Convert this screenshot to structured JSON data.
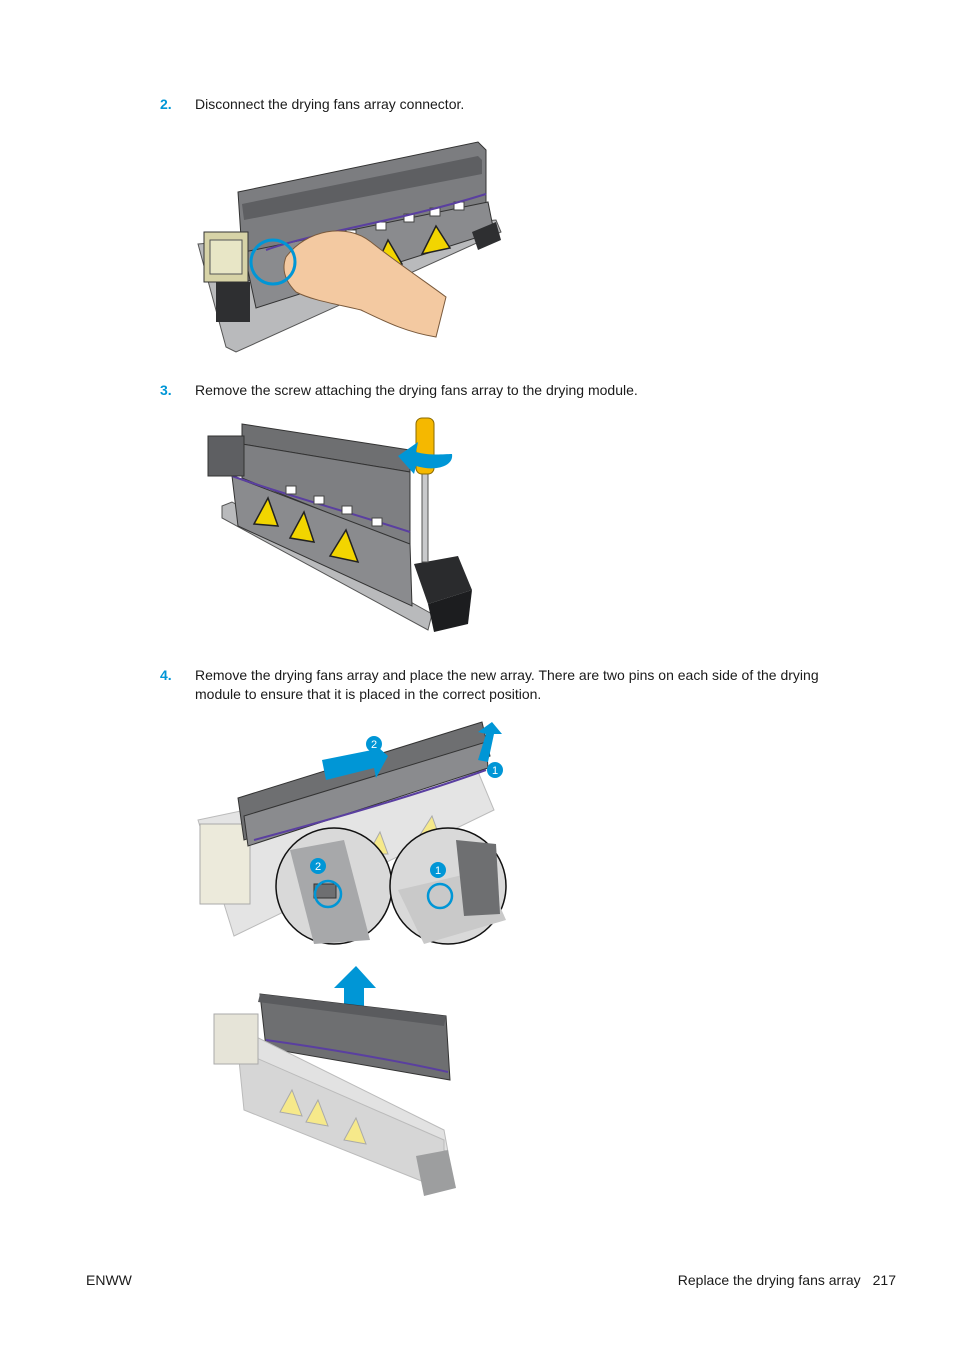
{
  "steps": [
    {
      "number": "2.",
      "text": "Disconnect the drying fans array connector."
    },
    {
      "number": "3.",
      "text": "Remove the screw attaching the drying fans array to the drying module."
    },
    {
      "number": "4.",
      "text": "Remove the drying fans array and place the new array. There are two pins on each side of the drying module to ensure that it is placed in the correct position."
    }
  ],
  "callouts": {
    "one": "1",
    "two": "2"
  },
  "footer": {
    "left": "ENWW",
    "section": "Replace the drying fans array",
    "page": "217"
  },
  "colors": {
    "accent": "#0096d6",
    "warning": "#f2d500",
    "module": "#6e6f71",
    "screwdriver": "#f5b800"
  }
}
